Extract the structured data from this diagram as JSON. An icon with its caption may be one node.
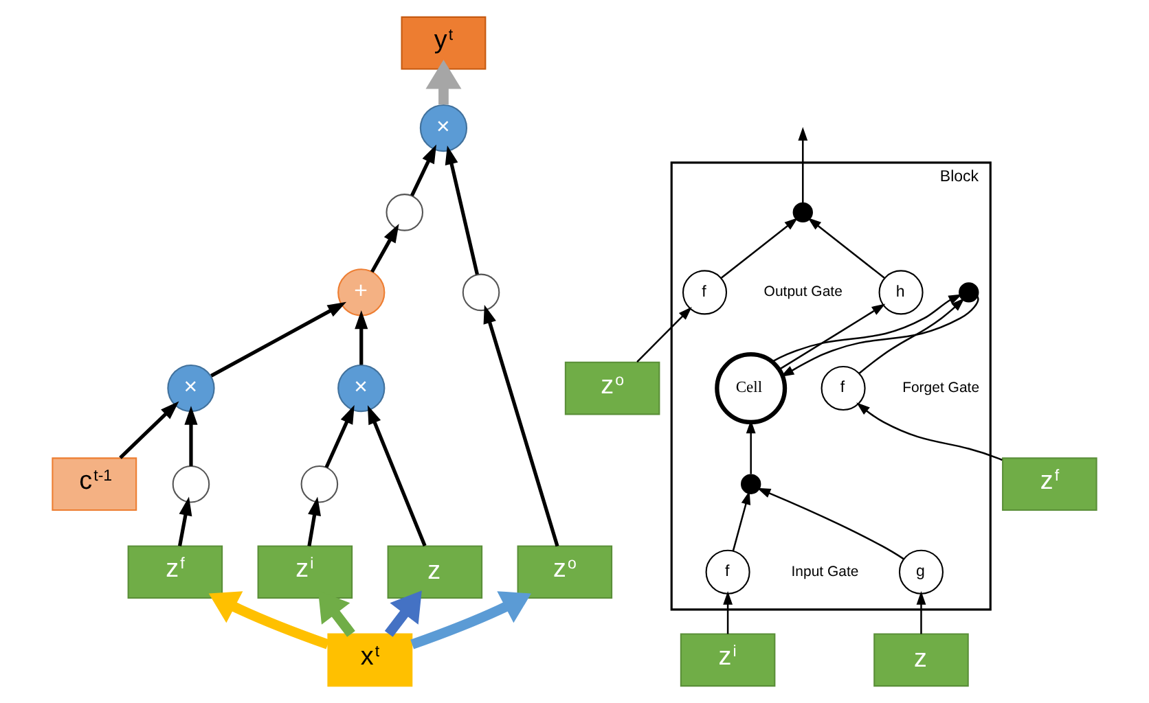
{
  "diagram": {
    "nodes": [
      {
        "text": [
          "c$^{t-1}$"
        ]
      },
      {
        "text": [
          "×"
        ]
      },
      {
        "text": [
          "+"
        ]
      },
      {
        "text": [],
        "shape": "circle"
      },
      {
        "text": [
          "×"
        ]
      },
      {
        "text": [
          "y$^{t}$"
        ]
      },
      {
        "text": [],
        "shape": "circle"
      },
      {
        "text": [],
        "shape": "circle"
      },
      {
        "text": [
          "×"
        ]
      },
      {
        "text": [],
        "shape": "circle"
      },
      {
        "text": [
          "z$^{f}$"
        ]
      },
      {
        "text": [
          "z$^{i}$"
        ]
      },
      {
        "text": [
          "z"
        ]
      },
      {
        "text": [
          "z$^{o}$"
        ]
      },
      {
        "text": [
          "x$^{t}$"
        ]
      },
      {
        "text": [
          "z$^{o}$"
        ]
      },
      {
        "text": [
          "Block"
        ]
      },
      {
        "text": [
          "f"
        ],
        "beside": [
          "Output Gate"
        ],
        "in": 16
      },
      {
        "text": [],
        "shape": "circle",
        "in": 16
      },
      {
        "text": [
          "h"
        ],
        "in": 16
      },
      {
        "text": [
          "Cell"
        ],
        "in": 16
      },
      {
        "text": [],
        "shape": "circle",
        "in": 16
      },
      {
        "text": [
          "f"
        ],
        "beside": [
          "Forget Gate"
        ],
        "in": 16
      },
      {
        "text": [
          "z$^{f}$"
        ]
      },
      {
        "text": [
          "z$^{i}$"
        ]
      },
      {
        "text": [
          "f"
        ],
        "beside": [
          "Input Gate"
        ],
        "in": 16
      },
      {
        "text": [],
        "shape": "circle",
        "in": 16
      },
      {
        "text": [
          "g"
        ],
        "in": 16
      },
      {
        "text": [
          "z"
        ]
      }
    ],
    "edges": [
      {
        "from": 0,
        "to": 1,
        "arrow": "to"
      },
      {
        "from": 1,
        "to": 2,
        "arrow": "to"
      },
      {
        "from": 2,
        "to": 3,
        "arrow": "to"
      },
      {
        "from": 3,
        "to": 4,
        "arrow": "to"
      },
      {
        "from": 4,
        "to": 5,
        "arrow": "to",
        "style": "thick",
        "color": "#a6a6a6"
      },
      {
        "from": 6,
        "to": 1,
        "arrow": "to"
      },
      {
        "from": 7,
        "to": 8,
        "arrow": "to"
      },
      {
        "from": 8,
        "to": 2,
        "arrow": "to"
      },
      {
        "from": 9,
        "to": 4,
        "arrow": "to"
      },
      {
        "from": 10,
        "to": 6,
        "arrow": "to"
      },
      {
        "from": 11,
        "to": 7,
        "arrow": "to"
      },
      {
        "from": 12,
        "to": 8,
        "arrow": "to"
      },
      {
        "from": 13,
        "to": 9,
        "arrow": "to"
      },
      {
        "from": 14,
        "to": 10,
        "arrow": "to",
        "style": "thick",
        "color": "#ffc000"
      },
      {
        "from": 14,
        "to": 11,
        "arrow": "to",
        "style": "thick",
        "color": "#70ad47"
      },
      {
        "from": 14,
        "to": 12,
        "arrow": "to",
        "style": "thick",
        "color": "#4472c4"
      },
      {
        "from": 14,
        "to": 13,
        "arrow": "to",
        "style": "thick",
        "color": "#5b9bd5"
      },
      {
        "from": 15,
        "to": 17,
        "arrow": "to"
      },
      {
        "from": 17,
        "to": 18,
        "arrow": "to"
      },
      {
        "from": 19,
        "to": 18,
        "arrow": "to"
      },
      {
        "from": 18,
        "to": null,
        "arrow": "to"
      },
      {
        "from": 20,
        "to": 19,
        "arrow": "to"
      },
      {
        "from": 20,
        "to": 21,
        "arrow": "to"
      },
      {
        "from": 21,
        "to": 20,
        "arrow": "to"
      },
      {
        "from": 22,
        "to": 21,
        "arrow": "to"
      },
      {
        "from": 23,
        "to": 22,
        "arrow": "to"
      },
      {
        "from": 24,
        "to": 25,
        "arrow": "to"
      },
      {
        "from": 25,
        "to": 26,
        "arrow": "to"
      },
      {
        "from": 27,
        "to": 26,
        "arrow": "to"
      },
      {
        "from": 26,
        "to": 20,
        "arrow": "to"
      },
      {
        "from": 28,
        "to": 27,
        "arrow": "to"
      }
    ]
  }
}
